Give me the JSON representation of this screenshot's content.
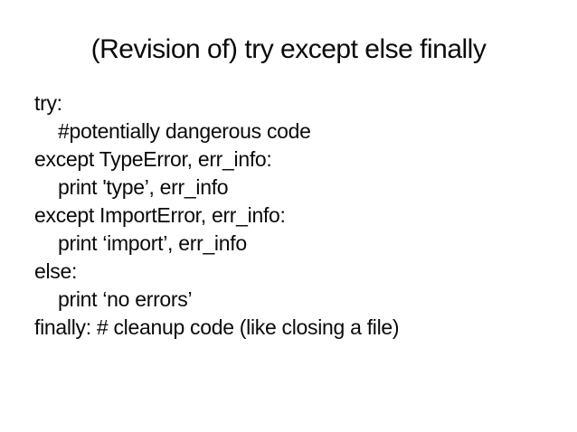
{
  "slide": {
    "title": "(Revision of) try except else finally",
    "code_lines": [
      {
        "text": "try:",
        "indent": 0
      },
      {
        "text": "#potentially dangerous code",
        "indent": 1
      },
      {
        "text": "except TypeError, err_info:",
        "indent": 0
      },
      {
        "text": "print 'type’, err_info",
        "indent": 1
      },
      {
        "text": "except ImportError, err_info:",
        "indent": 0
      },
      {
        "text": "print ‘import’, err_info",
        "indent": 1
      },
      {
        "text": "else:",
        "indent": 0
      },
      {
        "text": "print ‘no errors’",
        "indent": 1
      },
      {
        "text": "finally: # cleanup code (like closing a file)",
        "indent": 0
      }
    ],
    "colors": {
      "background": "#ffffff",
      "text": "#0a0a0a"
    }
  }
}
